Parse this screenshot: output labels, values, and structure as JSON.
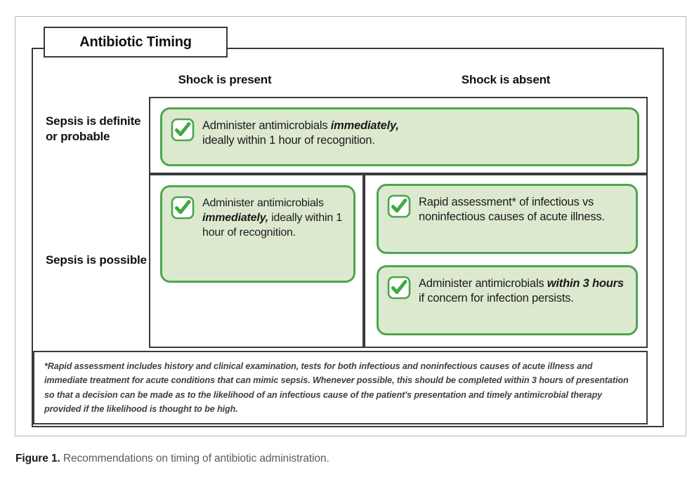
{
  "figure": {
    "title": "Antibiotic Timing",
    "columns": [
      {
        "id": "shock-present",
        "label": "Shock is present"
      },
      {
        "id": "shock-absent",
        "label": "Shock is absent"
      }
    ],
    "rows": [
      {
        "id": "sepsis-definite-or-probable",
        "label": "Sepsis is definite or probable"
      },
      {
        "id": "sepsis-possible",
        "label": "Sepsis is possible"
      }
    ],
    "recommendations": [
      {
        "id": "rec-definite-both",
        "icon": "checkbox-checked-icon",
        "text_line1": "Administer antimicrobials ",
        "text_emphasis1": "immediately,",
        "text_line2": "ideally within 1 hour of recognition."
      },
      {
        "id": "rec-possible-shock-present",
        "icon": "checkbox-checked-icon",
        "text_before": "Administer antimicrobials ",
        "text_emphasis": "immediately,",
        "text_after": " ideally within 1 hour of recognition."
      },
      {
        "id": "rec-possible-shock-absent-rapid",
        "icon": "checkbox-checked-icon",
        "text": "Rapid assessment* of infectious vs noninfectious causes of acute illness."
      },
      {
        "id": "rec-possible-shock-absent-3hours",
        "icon": "checkbox-checked-icon",
        "text_before": "Administer antimicrobials ",
        "text_emphasis": "within 3 hours",
        "text_after": " if concern for infection persists."
      }
    ],
    "footnote": "*Rapid assessment includes history and clinical examination, tests for both infectious and noninfectious causes of acute illness and immediate treatment for acute conditions that can mimic sepsis. Whenever possible, this should be completed within 3 hours of presentation so that a decision can be made as to the likelihood of an infectious cause of the patient's presentation and timely antimicrobial therapy provided if the likelihood is thought to be high.",
    "caption_label": "Figure 1.",
    "caption_text": " Recommendations on timing of antibiotic administration.",
    "colors": {
      "box_fill": "#dde9cf",
      "box_border": "#4ca64c",
      "check_mark": "#3faa3f",
      "frame": "#3a3a3a",
      "outer_frame": "#b9b9b9",
      "caption_gray": "#5c5c5c"
    }
  }
}
